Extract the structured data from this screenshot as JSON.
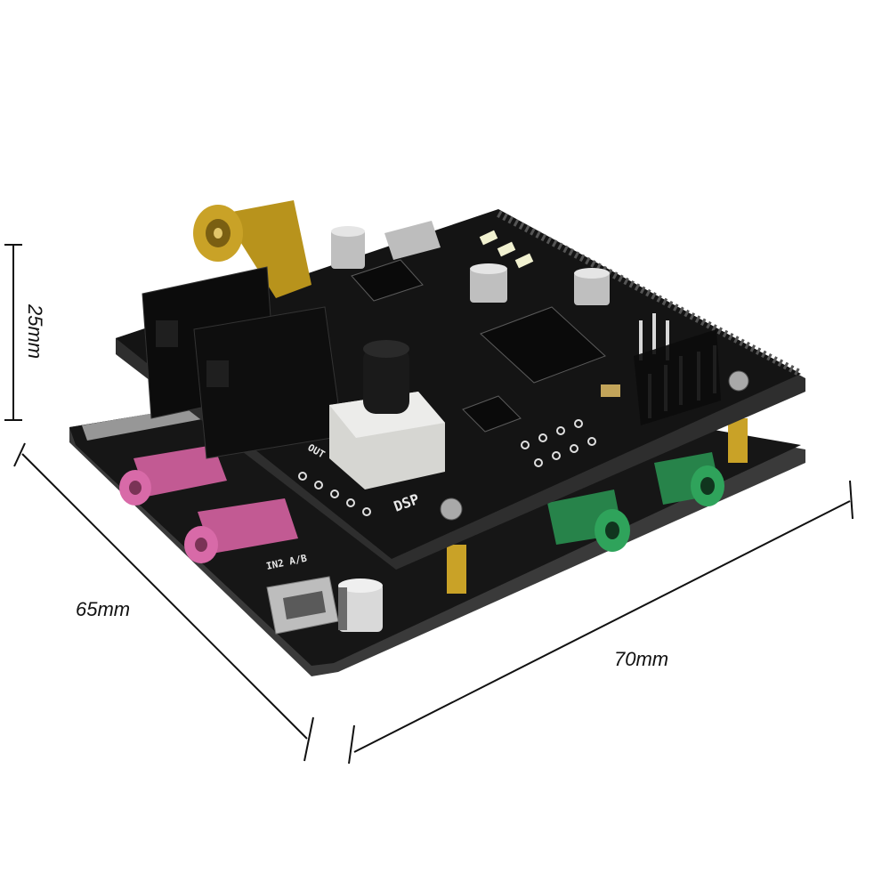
{
  "dimensions": {
    "height_label": "25mm",
    "depth_label": "65mm",
    "width_label": "70mm"
  },
  "silkscreen": {
    "dsp_label": "DSP",
    "out_label": "OUT",
    "input_label": "IN2 A/B"
  },
  "colors": {
    "pcb": "#141414",
    "pcb_edge": "#2a2a2a",
    "gold": "#c9a227",
    "pink_jack": "#d86aa8",
    "green_jack": "#2fa35b",
    "background": "#ffffff"
  },
  "icons": [
    "pcb-board-icon",
    "rca-connector-icon",
    "optical-port-icon",
    "potentiometer-icon",
    "audio-jack-icon",
    "usb-port-icon",
    "capacitor-icon",
    "pin-header-icon",
    "chip-icon"
  ]
}
